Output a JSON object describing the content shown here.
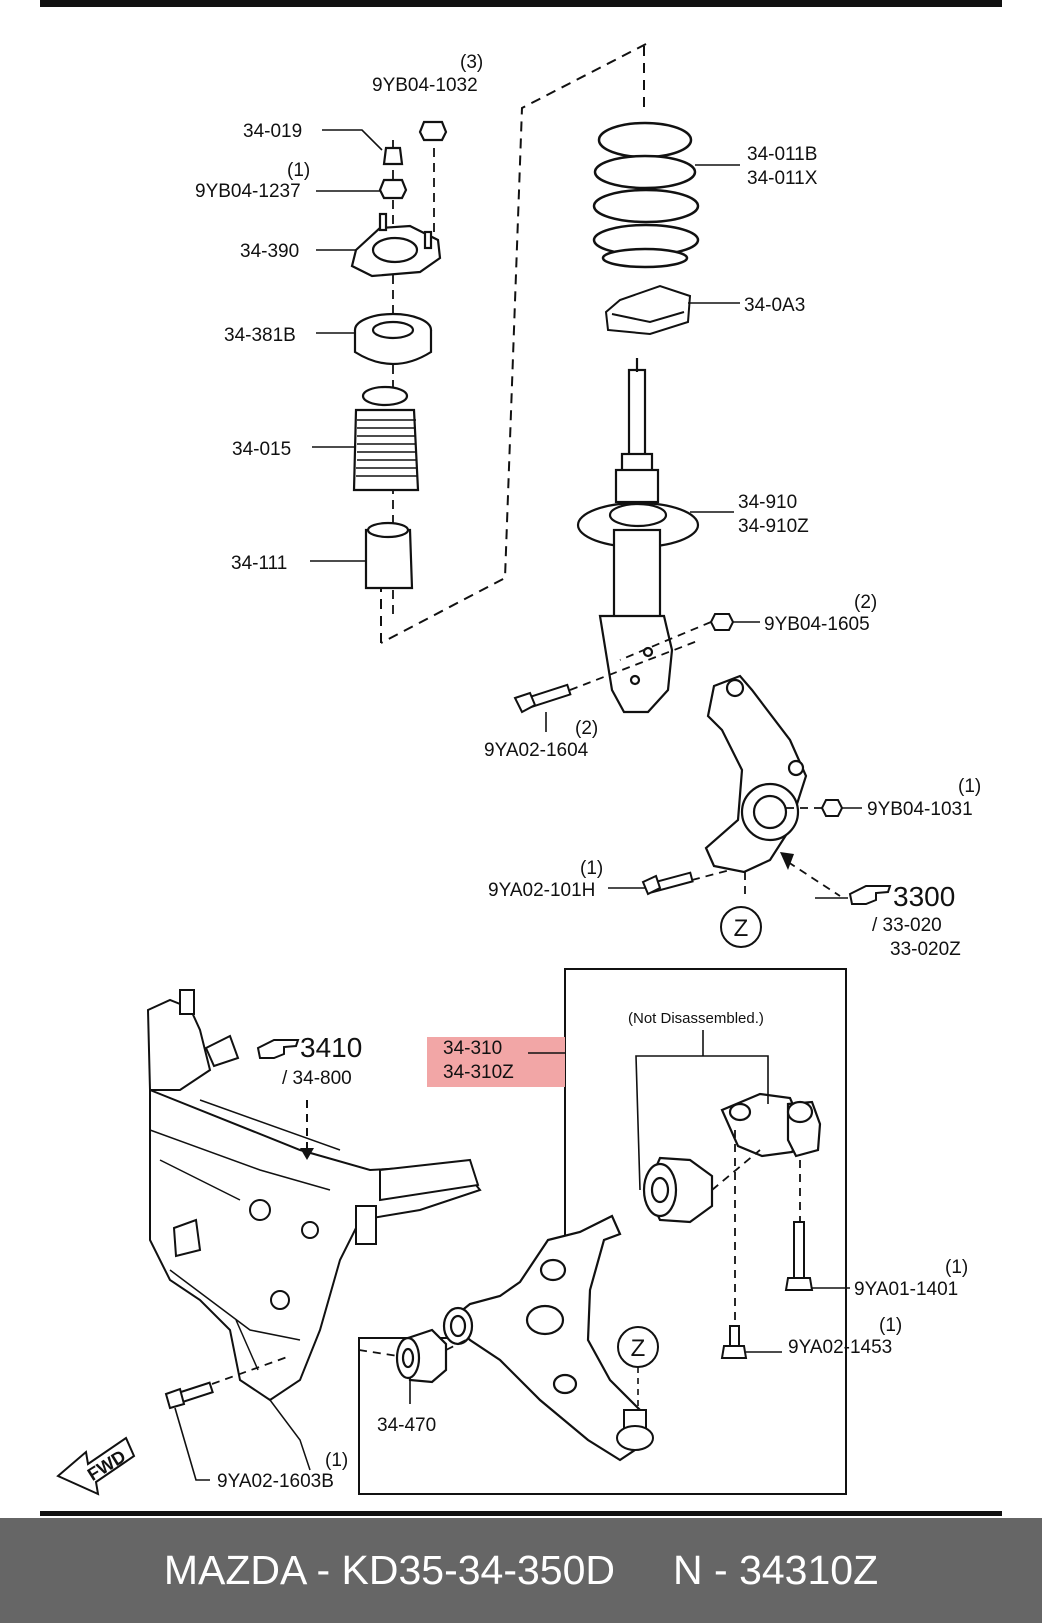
{
  "parts": {
    "spring": [
      "34-011B",
      "34-011X"
    ],
    "spring_seat": "34-0A3",
    "strut": [
      "34-910",
      "34-910Z"
    ],
    "bumper_stop": "34-019",
    "mount_nut_top": {
      "code": "9YB04-1032",
      "qty": "(3)"
    },
    "center_nut": {
      "code": "9YB04-1237",
      "qty": "(1)"
    },
    "mount": "34-390",
    "bearing": "34-381B",
    "boot": "34-015",
    "bound_stopper": "34-111",
    "strut_nut": {
      "code": "9YB04-1605",
      "qty": "(2)"
    },
    "strut_bolt": {
      "code": "9YA02-1604",
      "qty": "(2)"
    },
    "knuckle_nut": {
      "code": "9YB04-1031",
      "qty": "(1)"
    },
    "knuckle_bolt": {
      "code": "9YA02-101H",
      "qty": "(1)"
    },
    "ref_z": "Z",
    "ref_3300": {
      "label": "3300",
      "sub1": "/ 33-020",
      "sub2": "33-020Z"
    },
    "ref_3410": {
      "label": "3410",
      "sub": "/ 34-800"
    },
    "arm": [
      "34-310",
      "34-310Z"
    ],
    "not_disassembled": "(Not Disassembled.)",
    "arm_bolt_1401": {
      "code": "9YA01-1401",
      "qty": "(1)"
    },
    "arm_bolt_1453": {
      "code": "9YA02-1453",
      "qty": "(1)"
    },
    "bushing": "34-470",
    "frame_bolt": {
      "code": "9YA02-1603B",
      "qty": "(1)"
    },
    "fwd": "FWD"
  },
  "colors": {
    "highlight": "#f2a6a6",
    "line": "#111111",
    "footer_bg": "#666666",
    "footer_text": "#ffffff"
  },
  "footer": {
    "left": "MAZDA - KD35-34-350D",
    "right": "N - 34310Z"
  }
}
